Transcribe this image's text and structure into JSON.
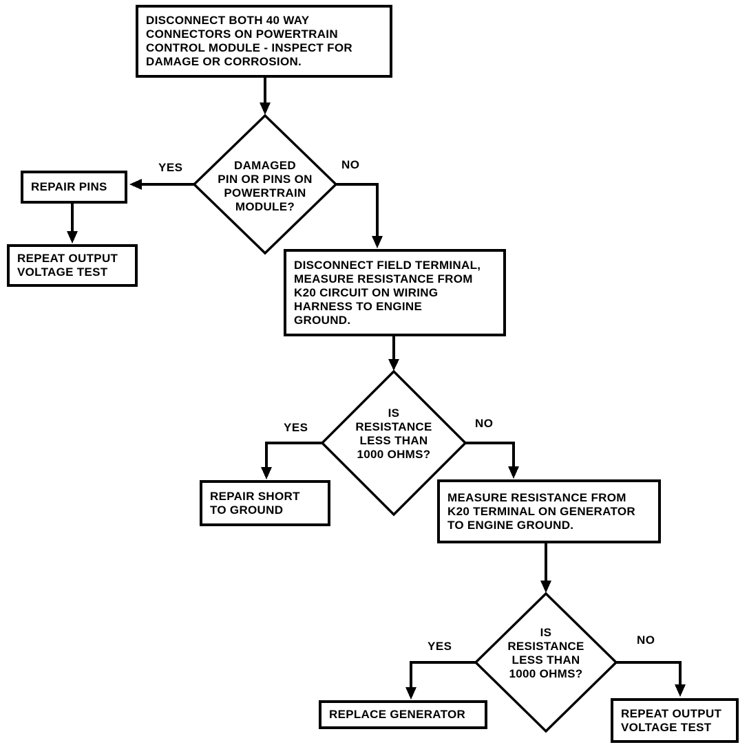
{
  "nodes": {
    "disconnect_pcm": {
      "type": "process",
      "lines": [
        "DISCONNECT BOTH 40 WAY",
        "CONNECTORS ON POWERTRAIN",
        "CONTROL MODULE - INSPECT FOR",
        "DAMAGE OR CORROSION."
      ]
    },
    "damaged_pins": {
      "type": "decision",
      "lines": [
        "DAMAGED",
        "PIN OR PINS ON",
        "POWERTRAIN",
        "MODULE?"
      ]
    },
    "repair_pins": {
      "type": "process",
      "lines": [
        "REPAIR PINS"
      ]
    },
    "repeat_test_left": {
      "type": "process",
      "lines": [
        "REPEAT OUTPUT",
        "VOLTAGE TEST"
      ]
    },
    "disconnect_field": {
      "type": "process",
      "lines": [
        "DISCONNECT FIELD TERMINAL,",
        "MEASURE RESISTANCE FROM",
        "K20 CIRCUIT ON WIRING",
        "HARNESS TO ENGINE",
        "GROUND."
      ]
    },
    "resistance_check_1": {
      "type": "decision",
      "lines": [
        "IS",
        "RESISTANCE",
        "LESS THAN",
        "1000 OHMS?"
      ]
    },
    "repair_short": {
      "type": "process",
      "lines": [
        "REPAIR SHORT",
        "TO GROUND"
      ]
    },
    "measure_generator": {
      "type": "process",
      "lines": [
        "MEASURE RESISTANCE FROM",
        "K20 TERMINAL ON GENERATOR",
        "TO ENGINE GROUND."
      ]
    },
    "resistance_check_2": {
      "type": "decision",
      "lines": [
        "IS",
        "RESISTANCE",
        "LESS THAN",
        "1000 OHMS?"
      ]
    },
    "replace_generator": {
      "type": "process",
      "lines": [
        "REPLACE GENERATOR"
      ]
    },
    "repeat_test_right": {
      "type": "process",
      "lines": [
        "REPEAT OUTPUT",
        "VOLTAGE TEST"
      ]
    }
  },
  "labels": {
    "yes": "YES",
    "no": "NO"
  },
  "colors": {
    "ink": "#000000",
    "paper": "#ffffff"
  }
}
